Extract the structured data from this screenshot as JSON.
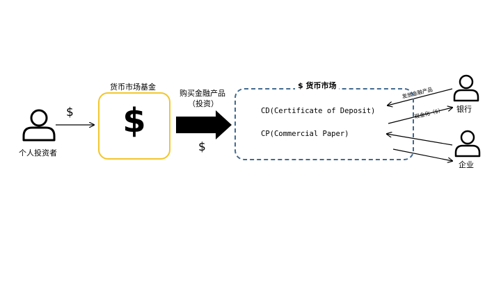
{
  "investor": {
    "label": "个人投资者",
    "icon": "person-icon"
  },
  "flow1": {
    "symbol": "$"
  },
  "fund": {
    "title": "货币市场基金",
    "symbol": "$",
    "border_color": "#f2c62c"
  },
  "purchase": {
    "line1": "购买金融产品",
    "line2": "（投资）",
    "symbol": "$",
    "icon": "right-arrow-icon"
  },
  "market": {
    "title": "$ 货币市场",
    "border_color": "#41698f",
    "items": [
      "CD(Certificate of Deposit)",
      "CP(Commercial Paper)"
    ]
  },
  "bank": {
    "label": "银行",
    "icon": "person-icon",
    "issue_label": "发放金融产品",
    "cash_label": "现金化（$）"
  },
  "company": {
    "label": "企业",
    "icon": "person-icon"
  }
}
